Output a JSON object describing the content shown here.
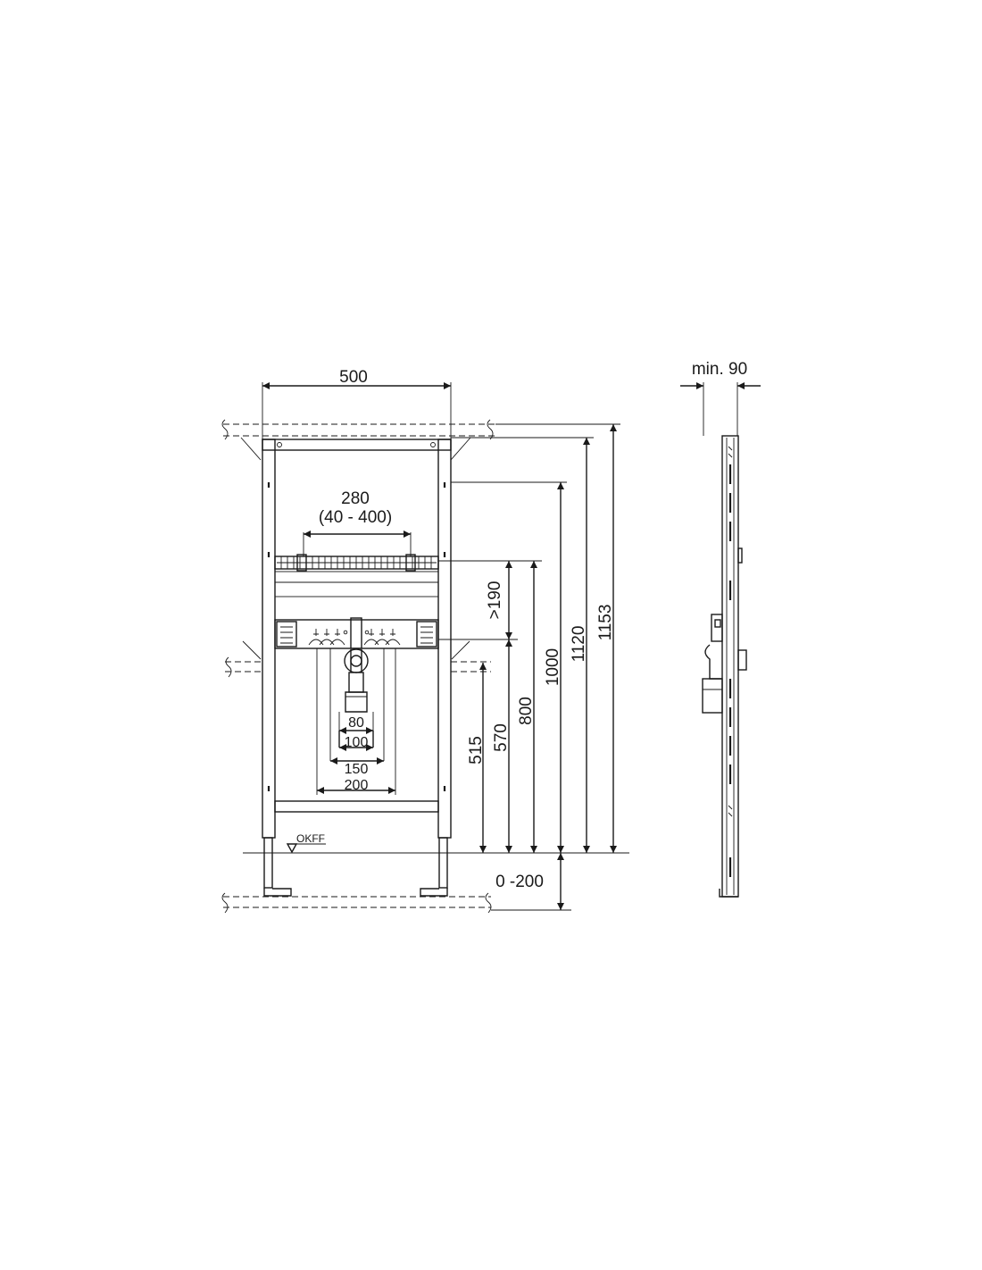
{
  "front_view": {
    "width_label": "500",
    "rail_span_label": "280",
    "rail_range_label": "(40 - 400)",
    "pipe_80": "80",
    "pipe_100": "100",
    "pipe_150": "150",
    "pipe_200": "200",
    "floor_ref_label": "OKFF",
    "height_190": ">190",
    "height_515": "515",
    "height_570": "570",
    "height_800": "800",
    "height_1000": "1000",
    "height_1120": "1120",
    "height_1153": "1153",
    "foot_adjust_label": "0 -200"
  },
  "side_view": {
    "depth_label": "min. 90"
  }
}
